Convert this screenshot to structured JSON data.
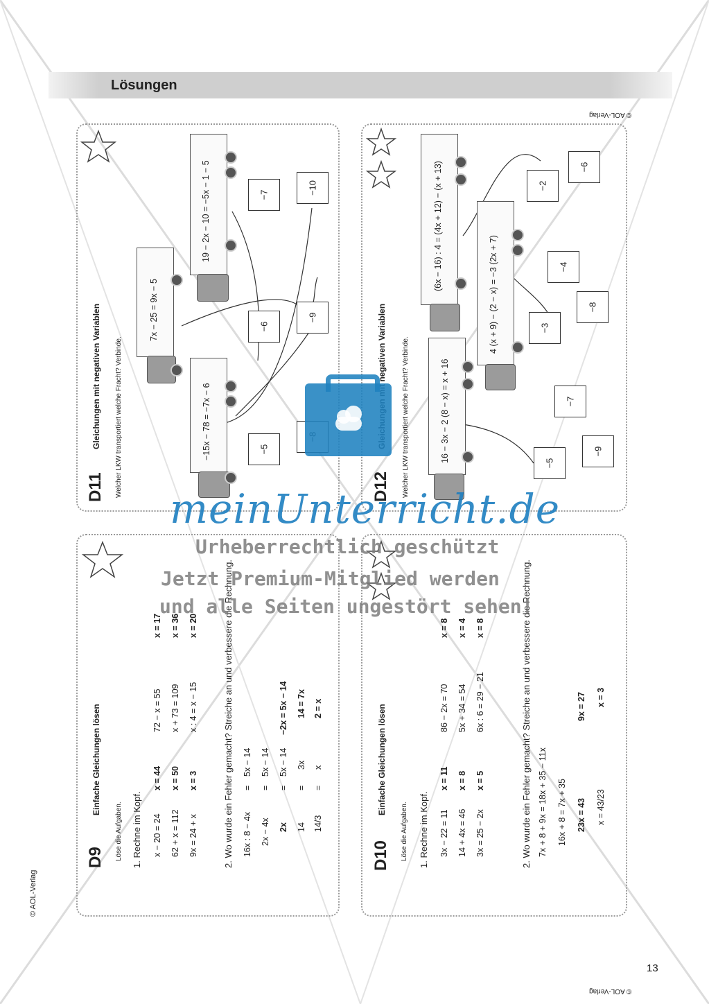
{
  "header": {
    "title": "Lösungen"
  },
  "footer": {
    "publisher_left": "© AOL-Verlag",
    "publisher_card": "© AOL-Verlag",
    "page_number": "13"
  },
  "d9": {
    "code": "D9",
    "topic": "Einfache Gleichungen lösen",
    "instruction": "Löse die Aufgaben.",
    "task1": "1.  Rechne im Kopf.",
    "col1": [
      "x − 20 = 24",
      "62 + x = 112",
      "9x = 24 + x"
    ],
    "ans1": [
      "x =  44",
      "x =  50",
      "x =  3"
    ],
    "col2": [
      "72 − x = 55",
      "x + 73 = 109",
      "x : 4 = x − 15"
    ],
    "ans2": [
      "x =  17",
      "x =  36",
      "x =  20"
    ],
    "task2": "2.  Wo wurde ein Fehler gemacht? Streiche an und verbessere die Rechnung.",
    "calc_left": [
      "16x : 8 − 4x",
      "2x − 4x",
      "2x",
      "14",
      "14/3"
    ],
    "calc_eq": [
      "=",
      "=",
      "=",
      "=",
      "="
    ],
    "calc_right": [
      "5x − 14",
      "5x − 14",
      "5x − 14",
      "3x",
      "x"
    ],
    "corr": [
      "−2x = 5x − 14",
      "14 = 7x",
      "2 = x"
    ]
  },
  "d10": {
    "code": "D10",
    "topic": "Einfache Gleichungen lösen",
    "instruction": "Löse die Aufgaben.",
    "task1": "1.  Rechne im Kopf.",
    "col1": [
      "3x − 22 = 11",
      "14 + 4x = 46",
      "3x = 25 − 2x"
    ],
    "ans1": [
      "x =  11",
      "x =  8",
      "x =  5"
    ],
    "col2": [
      "86 − 2x = 70",
      "5x + 34 = 54",
      "6x : 6 = 29 − 21"
    ],
    "ans2": [
      "x =  8",
      "x =  4",
      "x =  8"
    ],
    "task2": "2.  Wo wurde ein Fehler gemacht? Streiche an und verbessere die Rechnung.",
    "calc": [
      "7x + 8 + 9x = 18x + 35 − 11x",
      "16x + 8 = 7x + 35",
      "23x = 43",
      "x = 43/23"
    ],
    "corr": [
      "9x = 27",
      "x = 3"
    ]
  },
  "d11": {
    "code": "D11",
    "topic": "Gleichungen mit negativen Variablen",
    "instruction": "Welcher LKW transportiert welche Fracht? Verbinde.",
    "trucks": [
      "7x − 25 = 9x − 5",
      "19 − 2x − 10 = −5x − 1 − 5",
      "−15x − 78 = −7x − 6"
    ],
    "boxes": [
      "−7",
      "−10",
      "−6",
      "−9",
      "−5",
      "−8"
    ]
  },
  "d12": {
    "code": "D12",
    "topic": "Gleichungen mit negativen Variablen",
    "instruction": "Welcher LKW transportiert welche Fracht? Verbinde.",
    "trucks": [
      "(6x − 16) : 4 = (4x + 12) − (x + 13)",
      "4 (x + 9) − (2 − x) = −3 (2x + 7)",
      "16 − 3x − 2 (8 − x) = x + 16"
    ],
    "boxes": [
      "−2",
      "−6",
      "−4",
      "−3",
      "−8",
      "−7",
      "−5",
      "−9"
    ]
  },
  "watermark": {
    "brand": "meinUnterricht.de",
    "line1": "Urheberrechtlich geschützt",
    "line2": "Jetzt Premium-Mitglied werden",
    "line3": "und alle Seiten ungestört sehen!"
  },
  "colors": {
    "brand_blue": "#1f82c0",
    "header_band": "#cfcfcf",
    "card_border": "#9a9a9a"
  }
}
